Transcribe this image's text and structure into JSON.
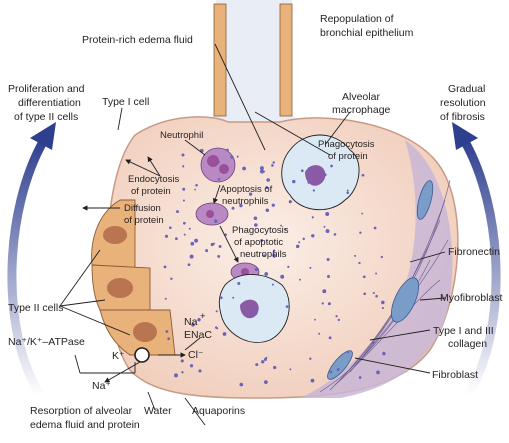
{
  "labels": {
    "protein_rich_edema": "Protein-rich edema fluid",
    "repopulation_1": "Repopulation of",
    "repopulation_2": "bronchial epithelium",
    "proliferation_1": "Proliferation and",
    "proliferation_2": "differentiation",
    "proliferation_3": "of type II cells",
    "gradual_1": "Gradual",
    "gradual_2": "resolution",
    "gradual_3": "of fibrosis",
    "alveolar_macrophage_1": "Alveolar",
    "alveolar_macrophage_2": "macrophage",
    "type1_cell": "Type I cell",
    "neutrophil": "Neutrophil",
    "phagocytosis_protein_1": "Phagocytosis",
    "phagocytosis_protein_2": "of protein",
    "endocytosis_1": "Endocytosis",
    "endocytosis_2": "of protein",
    "apoptosis_1": "Apoptosis of",
    "apoptosis_2": "neutrophils",
    "diffusion_1": "Diffusion",
    "diffusion_2": "of protein",
    "phago_apoptotic_1": "Phagocytosis",
    "phago_apoptotic_2": "of apoptotic",
    "phago_apoptotic_3": "neutrophils",
    "fibronectin": "Fibronectin",
    "myofibroblast": "Myofibroblast",
    "type2_cells": "Type II cells",
    "na": "Na",
    "enac": "ENaC",
    "na_k_atpase": "Na⁺/K⁺–ATPase",
    "k": "K⁺",
    "cl": "Cl⁻",
    "na_out": "Na⁺",
    "collagen_1": "Type I and III",
    "collagen_2": "collagen",
    "fibroblast": "Fibroblast",
    "water": "Water",
    "aquaporins": "Aquaporins",
    "resorption_1": "Resorption of alveolar",
    "resorption_2": "edema fluid and protein"
  },
  "colors": {
    "alveolus_fill": "#f3d6c8",
    "epithelium": "#e8b27a",
    "nucleus": "#b9754f",
    "interstitium": "#c9b6d6",
    "macrophage": "#dbe9f5",
    "neutrophil": "#9b4f9a",
    "arrow_blue": "#2f3f8f"
  }
}
